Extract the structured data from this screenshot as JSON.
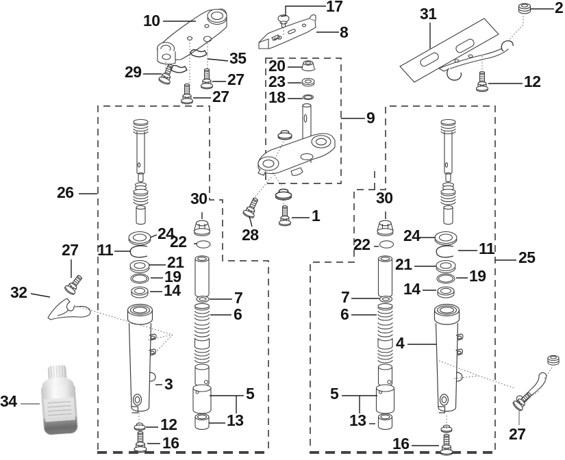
{
  "colors": {
    "ink": "#333333",
    "leader": "#1c1c1c",
    "background": "#ffffff"
  },
  "description": "Exploded front fork parts diagram with numbered callouts",
  "callouts": [
    "10",
    "17",
    "8",
    "31",
    "2",
    "29",
    "35",
    "27",
    "27",
    "12",
    "20",
    "23",
    "18",
    "9",
    "26",
    "30",
    "30",
    "28",
    "1",
    "22",
    "22",
    "24",
    "24",
    "11",
    "11",
    "21",
    "21",
    "19",
    "19",
    "14",
    "14",
    "25",
    "27",
    "32",
    "7",
    "7",
    "6",
    "6",
    "3",
    "4",
    "5",
    "5",
    "13",
    "13",
    "12",
    "16",
    "16",
    "27",
    "34"
  ]
}
